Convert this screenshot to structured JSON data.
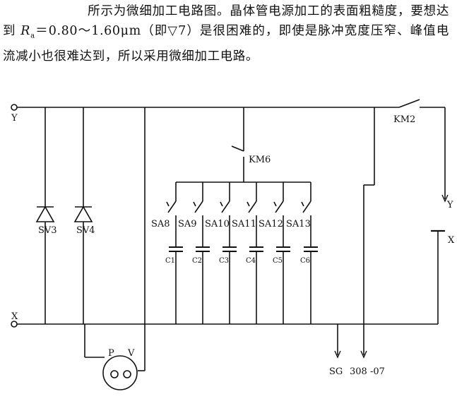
{
  "description": {
    "text_a": "所示为微细加工电路图。晶体管电源加工的表面粗糙度，要想达到 ",
    "ra_symbol": "R",
    "ra_sub": "a",
    "text_b": "＝0.80～1.60μm（即▽7）是很困难的，即使是脉冲宽度压窄、峰值电流减小也很难达到，所以采用微细加工电路。"
  },
  "labels": {
    "terminal_y_left": "Y",
    "terminal_x_left": "X",
    "terminal_y_right": "Y",
    "terminal_x_right": "X",
    "km2": "KM2",
    "km6": "KM6",
    "sv3": "SV3",
    "sv4": "SV4",
    "meter_p": "P",
    "meter_v": "V",
    "sg": "SG",
    "ref": "308 -07"
  },
  "switches": [
    "SA8",
    "SA9",
    "SA10",
    "SA11",
    "SA12",
    "SA13"
  ],
  "capacitors": [
    "C1",
    "C2",
    "C3",
    "C4",
    "C5",
    "C6"
  ]
}
